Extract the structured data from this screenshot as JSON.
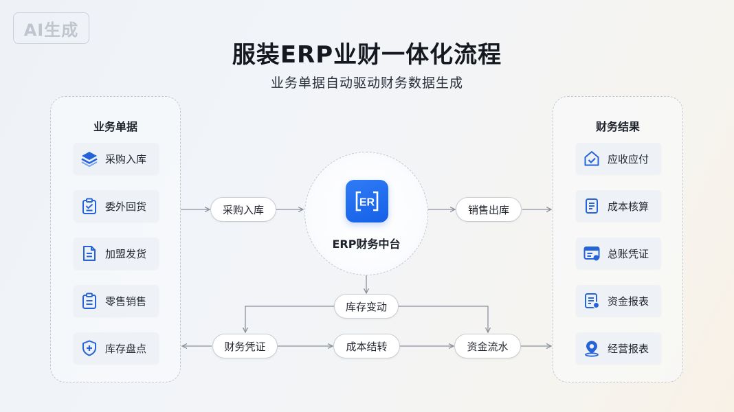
{
  "watermark": "AI生成",
  "title": "服装ERP业财一体化流程",
  "subtitle": "业务单据自动驱动财务数据生成",
  "left_panel": {
    "title": "业务单据",
    "items": [
      {
        "label": "采购入库",
        "icon": "layers-icon"
      },
      {
        "label": "委外回货",
        "icon": "clipboard-check-icon"
      },
      {
        "label": "加盟发货",
        "icon": "document-icon"
      },
      {
        "label": "零售销售",
        "icon": "clipboard-icon"
      },
      {
        "label": "库存盘点",
        "icon": "shield-plus-icon"
      }
    ]
  },
  "right_panel": {
    "title": "财务结果",
    "items": [
      {
        "label": "应收应付",
        "icon": "house-check-icon"
      },
      {
        "label": "成本核算",
        "icon": "document-icon"
      },
      {
        "label": "总账凭证",
        "icon": "voucher-icon"
      },
      {
        "label": "资金报表",
        "icon": "report-icon"
      },
      {
        "label": "经营报表",
        "icon": "location-pin-icon"
      }
    ]
  },
  "hub": {
    "logo_text": "ER",
    "label": "ERP财务中台"
  },
  "flow": {
    "purchase_in": "采购入库",
    "sales_out": "销售出库",
    "inventory_change": "库存变动",
    "finance_voucher": "财务凭证",
    "cost_carry": "成本结转",
    "cash_flow": "资金流水"
  },
  "colors": {
    "accent": "#1a66ea",
    "icon": "#2563d8",
    "line": "#8a909b"
  }
}
